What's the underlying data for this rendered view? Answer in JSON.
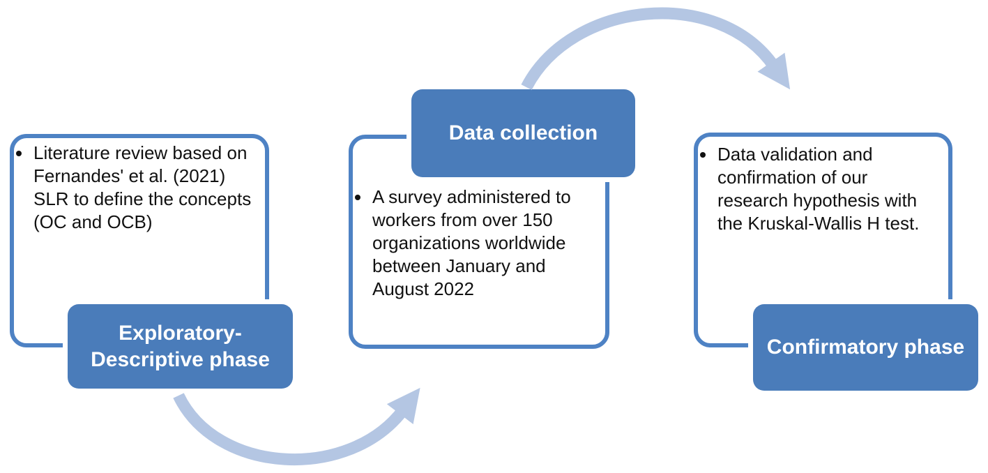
{
  "diagram": {
    "type": "process-flow",
    "background": "#ffffff",
    "colors": {
      "shape_fill": "#4a7cba",
      "shape_border": "#4e82c4",
      "arrow": "#b4c6e3",
      "label_text": "#ffffff",
      "body_text": "#111111"
    },
    "phases": [
      {
        "label": "Exploratory-Descriptive phase",
        "label_lines": [
          "Exploratory-",
          "Descriptive phase"
        ],
        "bullet_text": "Literature review based on Fernandes' et al. (2021) SLR to define the concepts (OC and OCB)",
        "bullet_lines": [
          "Literature review based on",
          "Fernandes' et al. (2021)",
          "SLR to define the concepts",
          "(OC and OCB)"
        ]
      },
      {
        "label": "Data collection",
        "label_lines": [
          "Data collection"
        ],
        "bullet_text": "A survey administered to workers from over 150 organizations worldwide between January and August 2022",
        "bullet_lines": [
          "A survey administered to",
          "workers from over 150",
          "organizations worldwide",
          "between January and",
          "August 2022"
        ]
      },
      {
        "label": "Confirmatory phase",
        "label_lines": [
          "Confirmatory phase"
        ],
        "bullet_text": "Data validation and confirmation of our research hypothesis with the Kruskal-Wallis H test.",
        "bullet_lines": [
          "Data validation and",
          "confirmation of our",
          "research hypothesis with",
          "the Kruskal-Wallis H test."
        ]
      }
    ]
  }
}
